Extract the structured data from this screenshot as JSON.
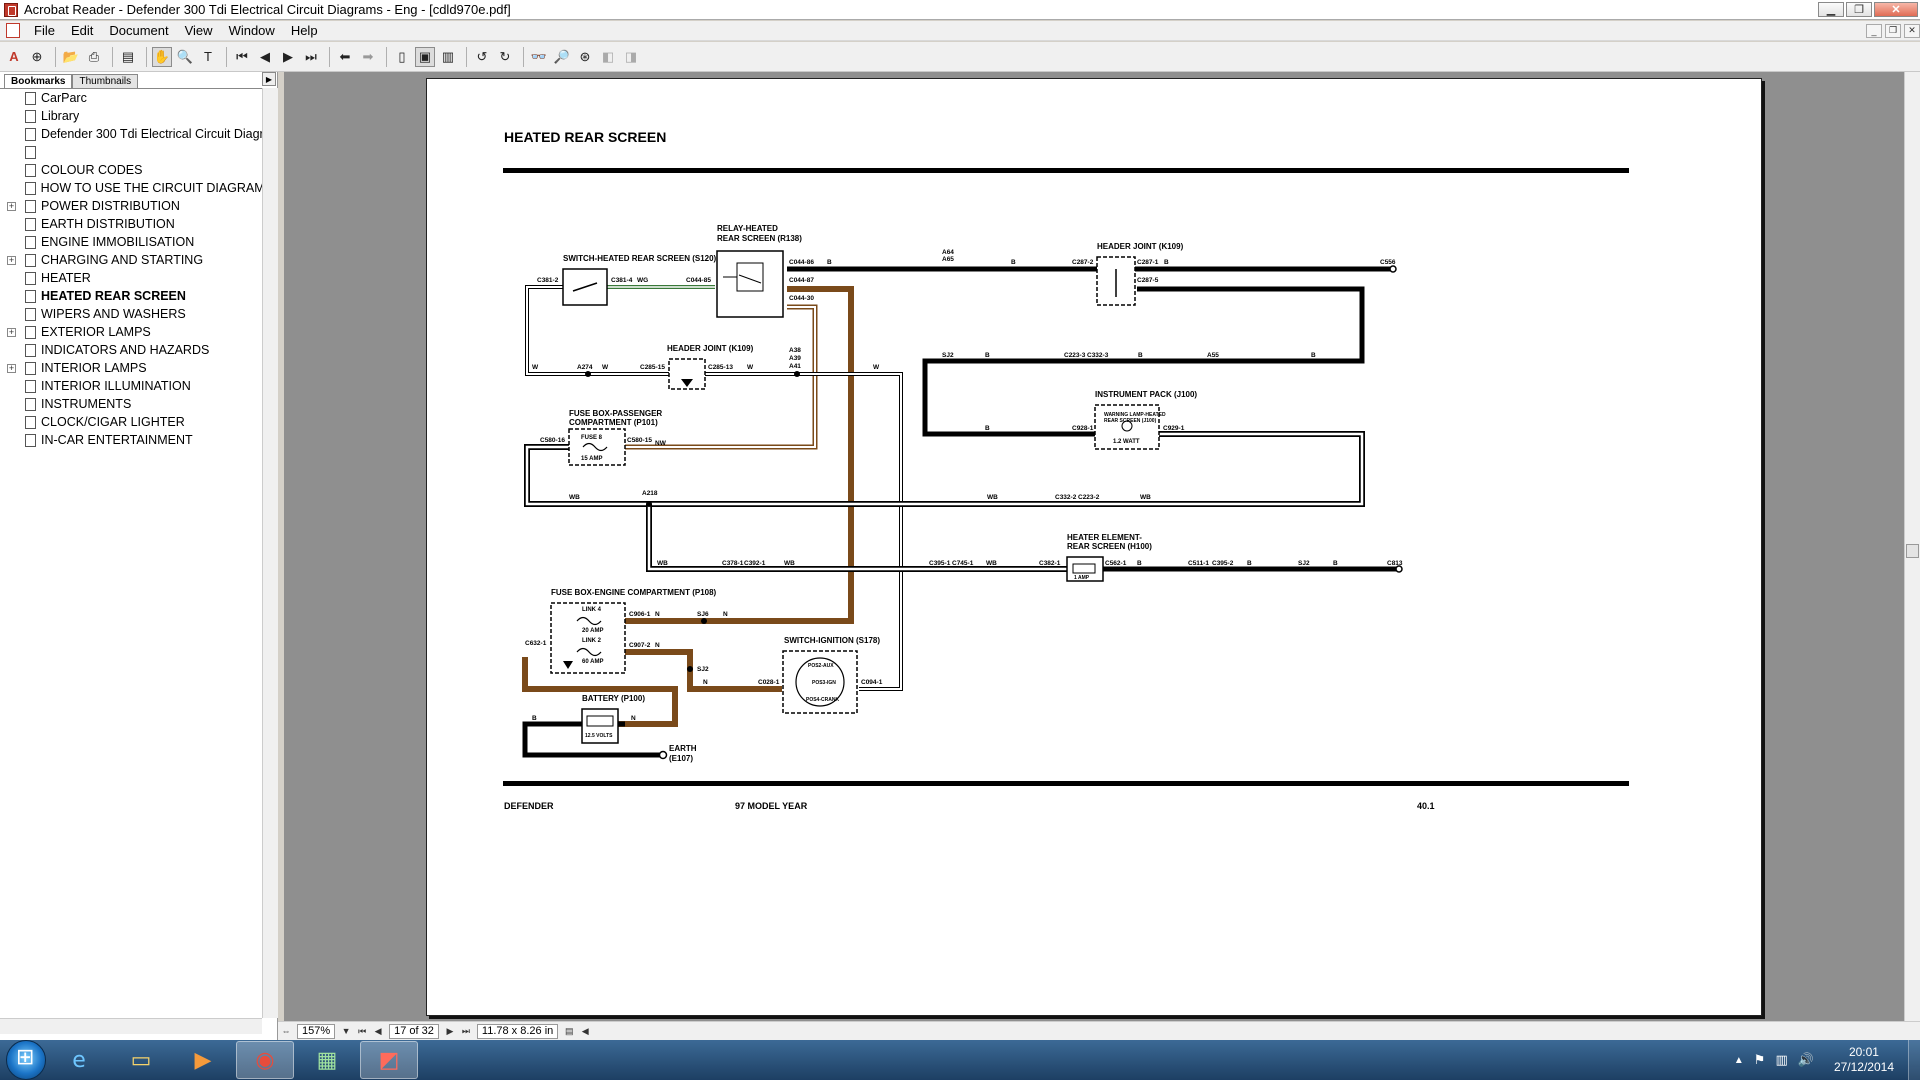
{
  "window": {
    "title": "Acrobat Reader - Defender 300 Tdi Electrical Circuit Diagrams - Eng - [cdld970e.pdf]"
  },
  "menu": [
    "File",
    "Edit",
    "Document",
    "View",
    "Window",
    "Help"
  ],
  "panel": {
    "tabs": [
      "Bookmarks",
      "Thumbnails"
    ],
    "bookmarks": [
      {
        "label": "CarParc",
        "expandable": false,
        "bold": false
      },
      {
        "label": "Library",
        "expandable": false,
        "bold": false
      },
      {
        "label": "Defender 300 Tdi Electrical Circuit Diagr",
        "expandable": false,
        "bold": false
      },
      {
        "label": "",
        "expandable": false,
        "bold": false
      },
      {
        "label": "COLOUR CODES",
        "expandable": false,
        "bold": false
      },
      {
        "label": "HOW TO USE THE CIRCUIT DIAGRAMS",
        "expandable": false,
        "bold": false
      },
      {
        "label": "POWER DISTRIBUTION",
        "expandable": true,
        "bold": false
      },
      {
        "label": "EARTH DISTRIBUTION",
        "expandable": false,
        "bold": false
      },
      {
        "label": "ENGINE IMMOBILISATION",
        "expandable": false,
        "bold": false
      },
      {
        "label": "CHARGING AND STARTING",
        "expandable": true,
        "bold": false
      },
      {
        "label": "HEATER",
        "expandable": false,
        "bold": false
      },
      {
        "label": "HEATED REAR SCREEN",
        "expandable": false,
        "bold": true
      },
      {
        "label": "WIPERS AND WASHERS",
        "expandable": false,
        "bold": false
      },
      {
        "label": "EXTERIOR LAMPS",
        "expandable": true,
        "bold": false
      },
      {
        "label": "INDICATORS AND HAZARDS",
        "expandable": false,
        "bold": false
      },
      {
        "label": "INTERIOR LAMPS",
        "expandable": true,
        "bold": false
      },
      {
        "label": "INTERIOR ILLUMINATION",
        "expandable": false,
        "bold": false
      },
      {
        "label": "INSTRUMENTS",
        "expandable": false,
        "bold": false
      },
      {
        "label": "CLOCK/CIGAR LIGHTER",
        "expandable": false,
        "bold": false
      },
      {
        "label": "IN-CAR ENTERTAINMENT",
        "expandable": false,
        "bold": false
      }
    ]
  },
  "status": {
    "zoom": "157%",
    "page": "17 of 32",
    "page_size": "11.78 x 8.26 in"
  },
  "diagram": {
    "title": "HEATED REAR SCREEN",
    "footer_left": "DEFENDER",
    "footer_center": "97 MODEL YEAR",
    "footer_right": "40.1",
    "components": {
      "relay_1": "RELAY-HEATED",
      "relay_2": "REAR SCREEN (R138)",
      "switch_hrs": "SWITCH-HEATED REAR SCREEN (S120)",
      "header_k109_top": "HEADER JOINT (K109)",
      "header_k109_mid": "HEADER JOINT (K109)",
      "fuse_p101_1": "FUSE BOX-PASSENGER",
      "fuse_p101_2": "COMPARTMENT (P101)",
      "fuse8": "FUSE 8",
      "fuse8_rating": "15 AMP",
      "instrument_pack": "INSTRUMENT PACK (J100)",
      "warning_lamp_1": "WARNING LAMP-HEATED",
      "warning_lamp_2": "REAR SCREEN (J100)",
      "warning_lamp_rating": "1.2 WATT",
      "heater_element_1": "HEATER ELEMENT-",
      "heater_element_2": "REAR SCREEN (H100)",
      "heater_rating": "1 AMP",
      "fuse_p108": "FUSE BOX-ENGINE COMPARTMENT (P108)",
      "link4": "LINK 4",
      "link4_rating": "20 AMP",
      "link2": "LINK 2",
      "link2_rating": "60 AMP",
      "switch_ignition": "SWITCH-IGNITION (S178)",
      "ign_pos2": "POS2-AUX",
      "ign_pos3": "POS3-IGN",
      "ign_pos4": "POS4-CRANK",
      "battery": "BATTERY (P100)",
      "battery_volts": "12.5 VOLTS",
      "earth_1": "EARTH",
      "earth_2": "(E107)"
    },
    "labels": {
      "c381_2": "C381-2",
      "c381_4": "C381-4",
      "c044_85": "C044-85",
      "c044_86": "C044-86",
      "c044_87": "C044-87",
      "c044_30": "C044-30",
      "a64": "A64",
      "a65": "A65",
      "c287_2": "C287-2",
      "c287_1": "C287-1",
      "c287_5": "C287-5",
      "c556": "C556",
      "a274": "A274",
      "c285_15": "C285-15",
      "c285_13": "C285-13",
      "a38": "A38",
      "a39": "A39",
      "a41": "A41",
      "sj2_a": "SJ2",
      "c223_3": "C223-3",
      "c332_3": "C332-3",
      "a55": "A55",
      "c928_1": "C928-1",
      "c929_1": "C929-1",
      "c580_16": "C580-16",
      "c580_15": "C580-15",
      "a218": "A218",
      "c332_2": "C332-2",
      "c223_2": "C223-2",
      "c378_1": "C378-1",
      "c392_1": "C392-1",
      "c395_1": "C395-1",
      "c745_1": "C745-1",
      "c382_1": "C382-1",
      "c562_1": "C562-1",
      "c511_1": "C511-1",
      "c395_2": "C395-2",
      "sj2_b": "SJ2",
      "c813": "C813",
      "c906_1": "C906-1",
      "sj6": "SJ6",
      "c632_1": "C632-1",
      "c907_2": "C907-2",
      "sj2_c": "SJ2",
      "c028_1": "C028-1",
      "c094_1": "C094-1",
      "w_b": "B",
      "w_w": "W",
      "w_wg": "WG",
      "w_nw": "NW",
      "w_wb": "WB",
      "w_n": "N"
    }
  },
  "taskbar": {
    "time": "20:01",
    "date": "27/12/2014"
  }
}
